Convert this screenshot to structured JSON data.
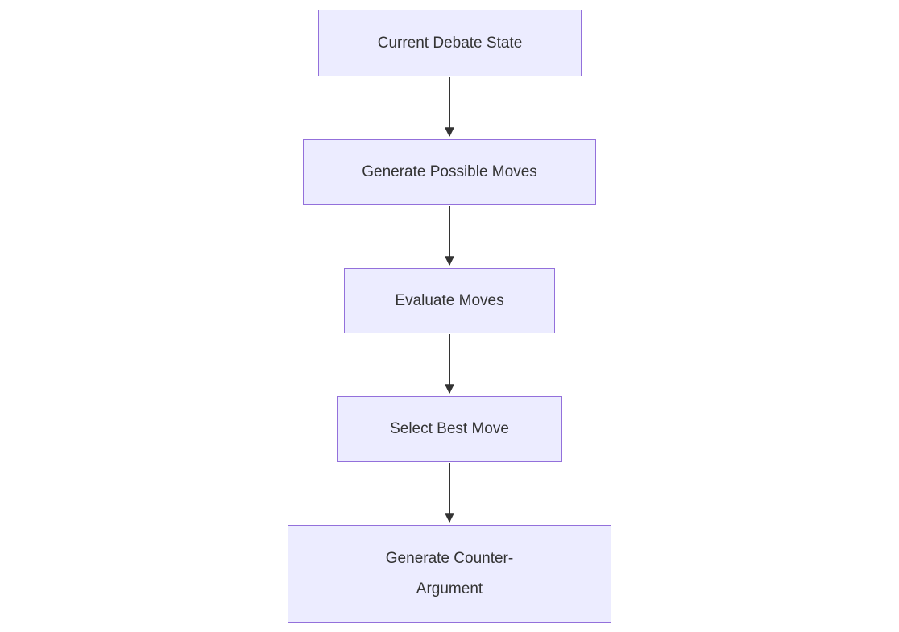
{
  "diagram": {
    "type": "flowchart",
    "direction": "top-to-bottom",
    "nodes": [
      {
        "label": "Current Debate State"
      },
      {
        "label": "Generate Possible Moves"
      },
      {
        "label": "Evaluate Moves"
      },
      {
        "label": "Select Best Move"
      },
      {
        "label": "Generate Counter-\nArgument"
      }
    ],
    "edges": [
      {
        "from": "Current Debate State",
        "to": "Generate Possible Moves"
      },
      {
        "from": "Generate Possible Moves",
        "to": "Evaluate Moves"
      },
      {
        "from": "Evaluate Moves",
        "to": "Select Best Move"
      },
      {
        "from": "Select Best Move",
        "to": "Generate Counter-Argument"
      }
    ],
    "colors": {
      "node_fill": "#ECECFF",
      "node_border": "#9370DB",
      "text": "#333333",
      "arrow": "#333333",
      "background": "#FFFFFF"
    }
  }
}
